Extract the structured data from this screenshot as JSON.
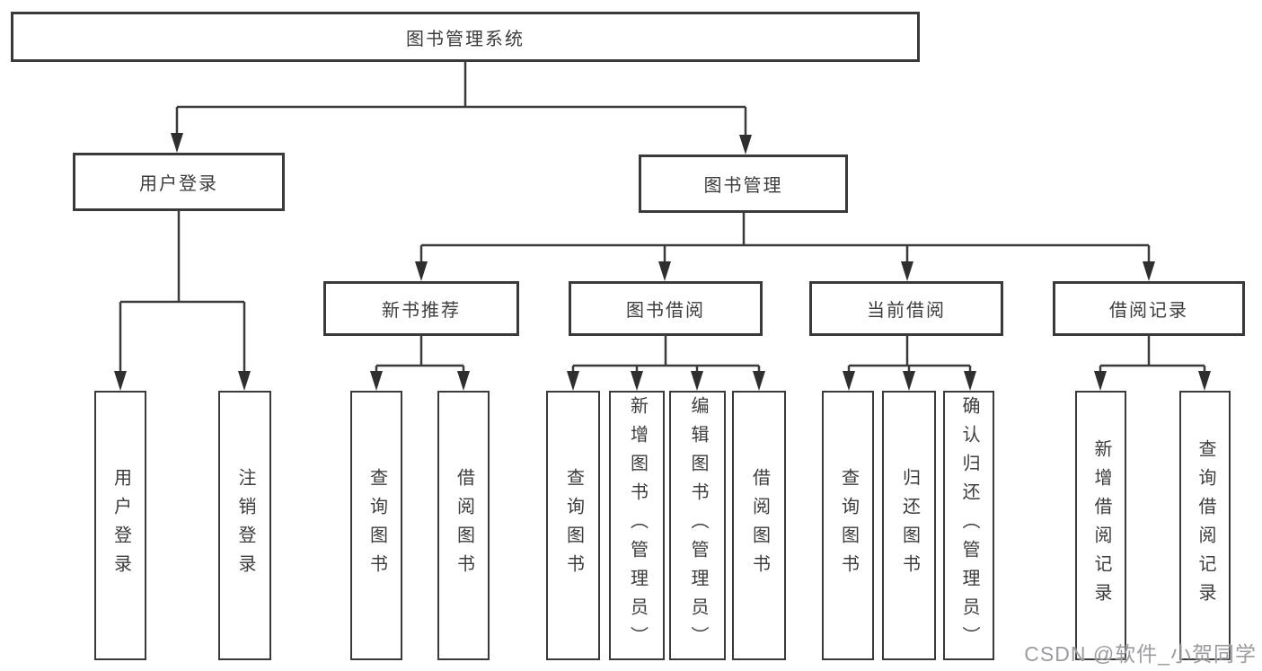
{
  "tree": {
    "label": "图书管理系统",
    "children": [
      {
        "label": "用户登录",
        "children": [
          {
            "label": "用户登录"
          },
          {
            "label": "注销登录"
          }
        ]
      },
      {
        "label": "图书管理",
        "children": [
          {
            "label": "新书推荐",
            "children": [
              {
                "label": "查询图书"
              },
              {
                "label": "借阅图书"
              }
            ]
          },
          {
            "label": "图书借阅",
            "children": [
              {
                "label": "查询图书"
              },
              {
                "label": "新增图书（管理员）"
              },
              {
                "label": "编辑图书（管理员）"
              },
              {
                "label": "借阅图书"
              }
            ]
          },
          {
            "label": "当前借阅",
            "children": [
              {
                "label": "查询图书"
              },
              {
                "label": "归还图书"
              },
              {
                "label": "确认归还（管理员）"
              }
            ]
          },
          {
            "label": "借阅记录",
            "children": [
              {
                "label": "新增借阅记录"
              },
              {
                "label": "查询借阅记录"
              }
            ]
          }
        ]
      }
    ]
  },
  "watermark": {
    "text": "CSDN @软件_小贺同学"
  },
  "colors": {
    "line": "#3a3a3a",
    "arrow": "#2f2f2f",
    "border": "#3a3a3a",
    "text": "#3c3c3c",
    "background": "#ffffff",
    "watermark": "#96969c"
  }
}
